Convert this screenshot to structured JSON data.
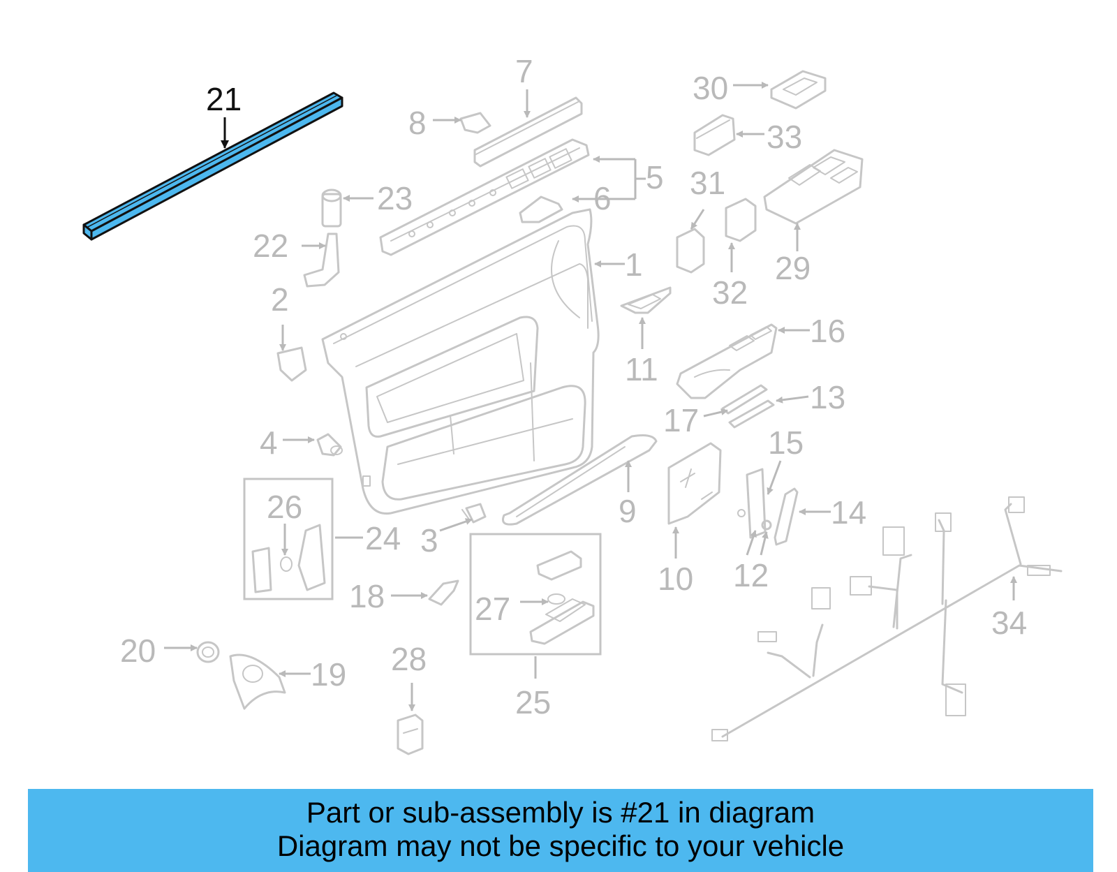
{
  "diagram": {
    "highlighted_part": "21",
    "callouts": [
      "1",
      "2",
      "3",
      "4",
      "5",
      "6",
      "7",
      "8",
      "9",
      "10",
      "11",
      "12",
      "13",
      "14",
      "15",
      "16",
      "17",
      "18",
      "19",
      "20",
      "21",
      "22",
      "23",
      "24",
      "25",
      "26",
      "27",
      "28",
      "29",
      "30",
      "31",
      "32",
      "33",
      "34"
    ],
    "highlight_color": "#4db8ef"
  },
  "banner": {
    "line1": "Part or sub-assembly is #21 in diagram",
    "line2": "Diagram may not be specific to your vehicle",
    "background": "#4db8ef"
  }
}
